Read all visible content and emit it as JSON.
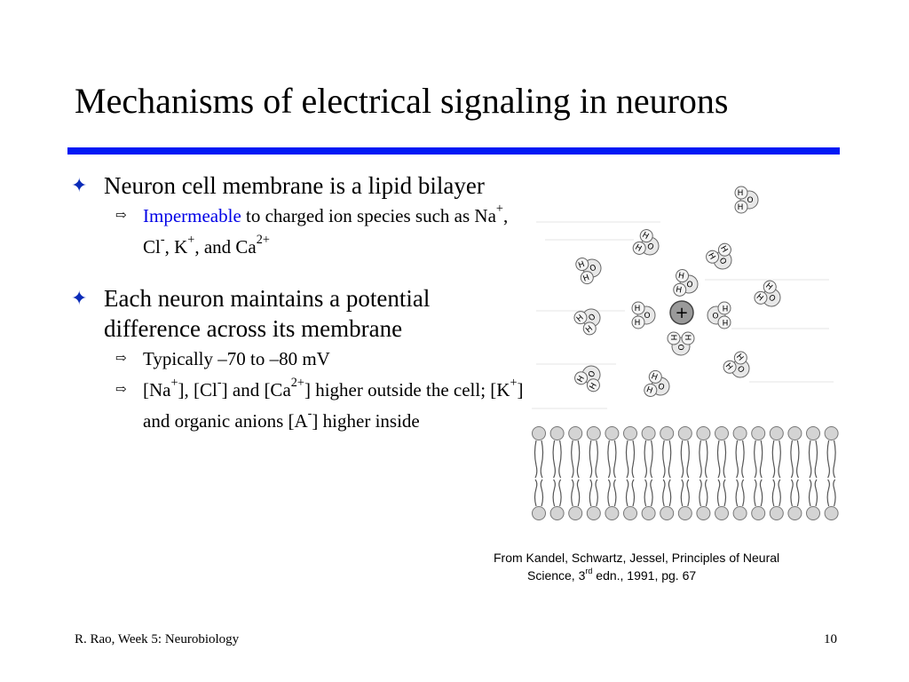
{
  "slide": {
    "title": "Mechanisms of electrical signaling in neurons",
    "bullets": [
      {
        "text": "Neuron cell membrane is a lipid bilayer",
        "sub": [
          {
            "highlight": "Impermeable",
            "text": " to charged ion species such as Na",
            "ions": [
              "+",
              ", Cl",
              "-",
              ", K",
              "+",
              ", and Ca",
              "2+"
            ]
          }
        ]
      },
      {
        "text": "Each neuron maintains a potential difference across its membrane",
        "sub": [
          {
            "text": "Typically –70  to –80 mV"
          },
          {
            "parts": [
              "[Na",
              "+",
              "], [Cl",
              "-",
              "] and [Ca",
              "2+",
              "] higher outside the cell; [K",
              "+",
              "] and organic anions [A",
              "-",
              "] higher inside"
            ]
          }
        ]
      }
    ]
  },
  "figure": {
    "ion_sign": "+",
    "water_atoms": {
      "h": "H",
      "o": "O"
    }
  },
  "caption": {
    "line1": "From Kandel, Schwartz, Jessel, Principles of Neural",
    "line2_pre": "Science, 3",
    "line2_sup": "rd",
    "line2_post": " edn., 1991, pg. 67"
  },
  "footer": {
    "left": "R. Rao, Week 5: Neurobiology",
    "page_number": "10"
  },
  "colors": {
    "rule": "#0019f5",
    "bullet": "#0a2bb8",
    "highlight": "#0000e6"
  }
}
